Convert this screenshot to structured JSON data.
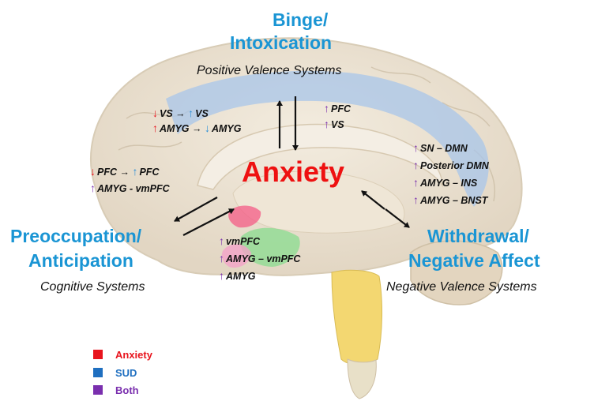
{
  "colors": {
    "anxiety": "#e8141d",
    "sud": "#1f6fc0",
    "both": "#7a2fae",
    "stage_title": "#1a95d4",
    "center_title": "#ee1111"
  },
  "stages": {
    "binge": {
      "title_line1": "Binge/",
      "title_line2": "Intoxication",
      "subtitle": "Positive Valence Systems"
    },
    "preoccupation": {
      "title_line1": "Preoccupation/",
      "title_line2": "Anticipation",
      "subtitle": "Cognitive Systems"
    },
    "withdrawal": {
      "title_line1": "Withdrawal/",
      "title_line2": "Negative Affect",
      "subtitle": "Negative Valence Systems"
    }
  },
  "center_label": "Anxiety",
  "findings": {
    "binge_left": [
      {
        "a1": "down-red",
        "t1": "VS",
        "a2": "up-blue",
        "t2": "VS"
      },
      {
        "a1": "up-red",
        "t1": "AMYG",
        "a2": "down-blue",
        "t2": "AMYG"
      }
    ],
    "binge_right": [
      {
        "arrow": "up-purple",
        "text": "PFC"
      },
      {
        "arrow": "up-purple",
        "text": "VS"
      }
    ],
    "preoccupation": [
      {
        "a1": "down-red",
        "t1": "PFC",
        "a2": "up-blue",
        "t2": "PFC"
      },
      {
        "arrow": "up-purple",
        "text": "AMYG - vmPFC"
      }
    ],
    "withdrawal": [
      {
        "arrow": "up-purple",
        "text": "SN – DMN"
      },
      {
        "arrow": "up-purple",
        "text": "Posterior DMN"
      },
      {
        "arrow": "up-purple",
        "text": "AMYG – INS"
      },
      {
        "arrow": "up-purple",
        "text": "AMYG – BNST"
      }
    ],
    "subcortical": [
      {
        "arrow": "up-purple",
        "text": "vmPFC"
      },
      {
        "arrow": "up-purple",
        "text": "AMYG – vmPFC"
      },
      {
        "arrow": "up-purple",
        "text": "AMYG"
      }
    ]
  },
  "legend": [
    {
      "label": "Anxiety",
      "color": "#e8141d"
    },
    {
      "label": "SUD",
      "color": "#1f6fc0"
    },
    {
      "label": "Both",
      "color": "#7a2fae"
    }
  ]
}
